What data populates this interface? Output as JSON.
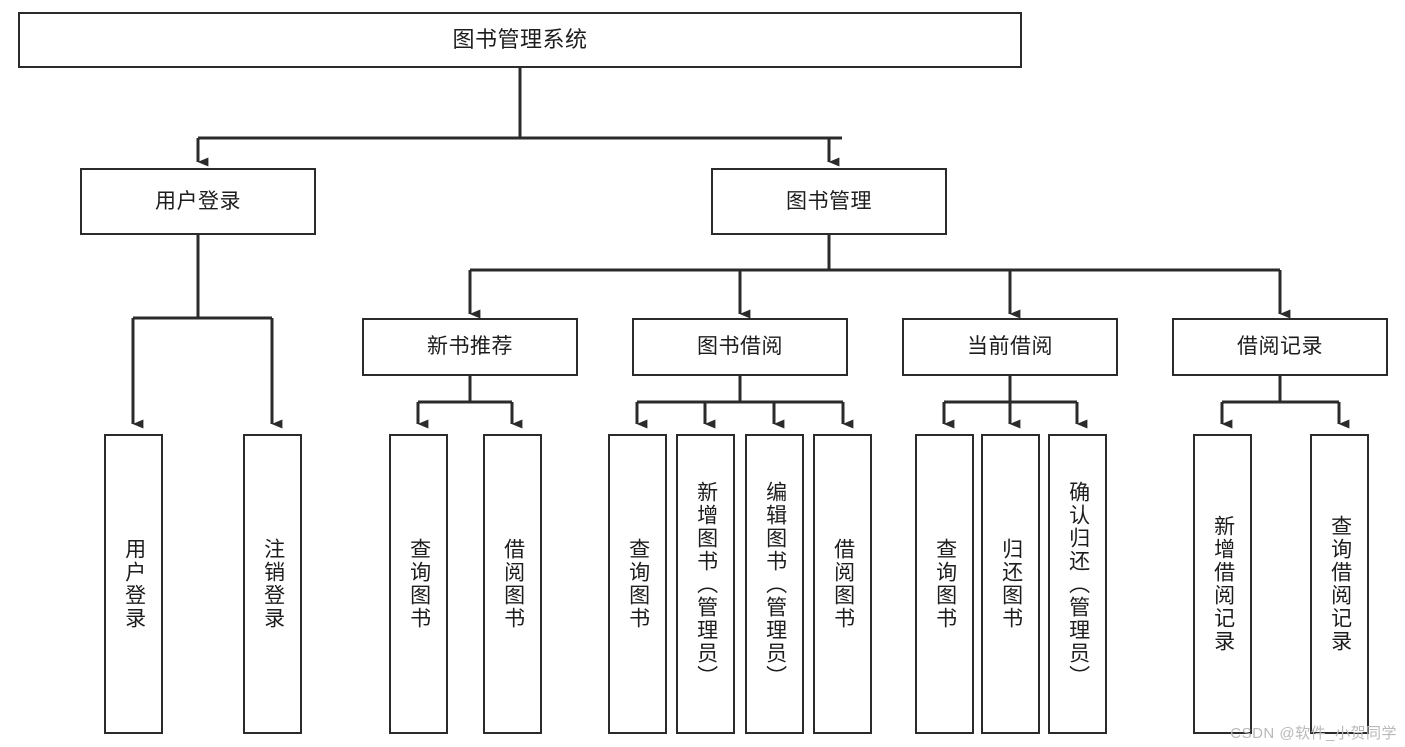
{
  "diagram": {
    "type": "tree",
    "title": "图书管理系统",
    "style": {
      "box_border_color": "#2b2b2b",
      "box_fill": "#ffffff",
      "connector_color": "#2b2b2b",
      "text_color": "#1d1d1d",
      "background": "#ffffff",
      "watermark_color": "#b9b9b9"
    },
    "root": {
      "label": "图书管理系统"
    },
    "level2": [
      {
        "label": "用户登录"
      },
      {
        "label": "图书管理"
      }
    ],
    "level3": [
      {
        "label": "新书推荐"
      },
      {
        "label": "图书借阅"
      },
      {
        "label": "当前借阅"
      },
      {
        "label": "借阅记录"
      }
    ],
    "leaves": {
      "user_login": [
        {
          "label": "用户登录"
        },
        {
          "label": "注销登录"
        }
      ],
      "new_book_recommend": [
        {
          "label": "查询图书"
        },
        {
          "label": "借阅图书"
        }
      ],
      "book_borrow": [
        {
          "label": "查询图书"
        },
        {
          "label": "新增图书（管理员）"
        },
        {
          "label": "编辑图书（管理员）"
        },
        {
          "label": "借阅图书"
        }
      ],
      "current_borrow": [
        {
          "label": "查询图书"
        },
        {
          "label": "归还图书"
        },
        {
          "label": "确认归还（管理员）"
        }
      ],
      "borrow_record": [
        {
          "label": "新增借阅记录"
        },
        {
          "label": "查询借阅记录"
        }
      ]
    },
    "watermark": "CSDN @软件_小贺同学"
  }
}
